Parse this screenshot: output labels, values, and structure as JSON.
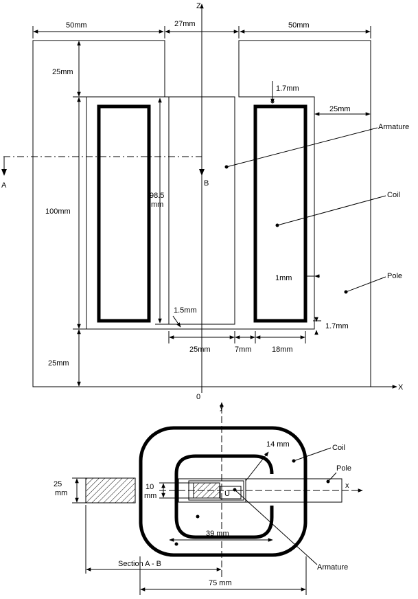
{
  "top_view": {
    "axis_z": "Z",
    "axis_x": "X",
    "origin": "0",
    "dim_top_left": "50mm",
    "dim_top_mid": "27mm",
    "dim_top_right": "50mm",
    "dim_left_upper": "25mm",
    "dim_left_height": "100mm",
    "dim_left_lower": "25mm",
    "dim_inner_height_a": "98.5",
    "dim_inner_height_b": "mm",
    "dim_gap_top": "1.7mm",
    "dim_right_width": "25mm",
    "dim_coil_gap": "1mm",
    "dim_gap_bottom": "1.7mm",
    "dim_arm_gap": "1.5mm",
    "dim_bottom_arm": "25mm",
    "dim_bottom_gap": "7mm",
    "dim_bottom_coil": "18mm",
    "label_armature": "Armature",
    "label_coil": "Coil",
    "label_pole": "Pole",
    "section_a": "A",
    "section_b": "B"
  },
  "bottom_view": {
    "axis_y": "y",
    "axis_x": "x",
    "label_coil": "Coil",
    "label_pole": "Pole",
    "label_armature": "Armature",
    "dim_14": "14 mm",
    "dim_25_a": "25",
    "dim_25_b": "mm",
    "dim_10_a": "10",
    "dim_10_b": "mm",
    "dim_39": "39 mm",
    "dim_75": "75 mm",
    "section_ab": "Section A - B",
    "u_label": "U"
  }
}
